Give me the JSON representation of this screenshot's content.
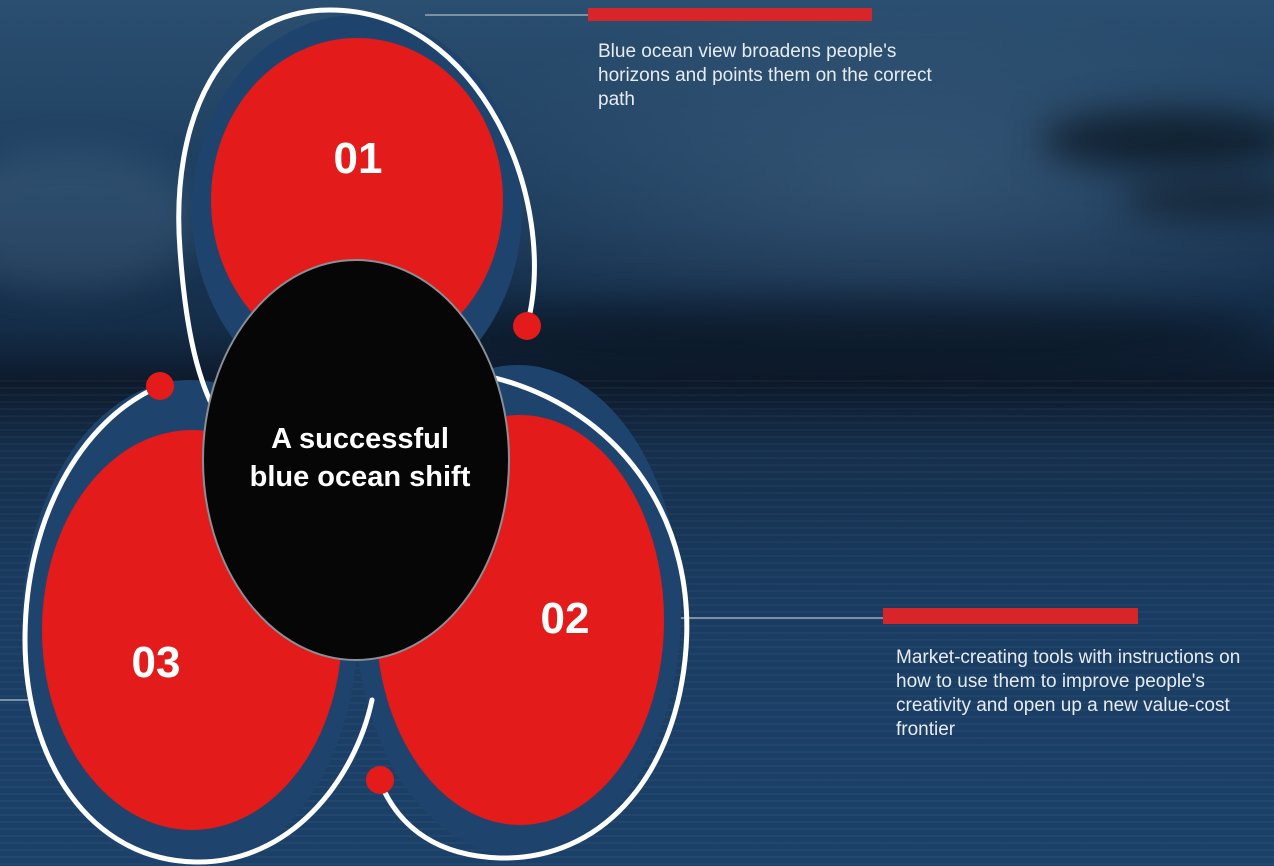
{
  "diagram": {
    "center_label_line1": "A successful",
    "center_label_line2": "blue ocean shift",
    "segments": [
      {
        "number": "01",
        "description": "Blue ocean view broadens people's horizons and points them on the correct path"
      },
      {
        "number": "02",
        "description": "Market-creating tools with instructions on how to use them to improve people's creativity and open up a new value-cost frontier"
      },
      {
        "number": "03",
        "description": ""
      }
    ],
    "colors": {
      "petal": "#e31b1b",
      "ring": "#1e446e",
      "center": "#070607",
      "arc": "#ffffff",
      "accent_bar": "#d8252a"
    }
  }
}
